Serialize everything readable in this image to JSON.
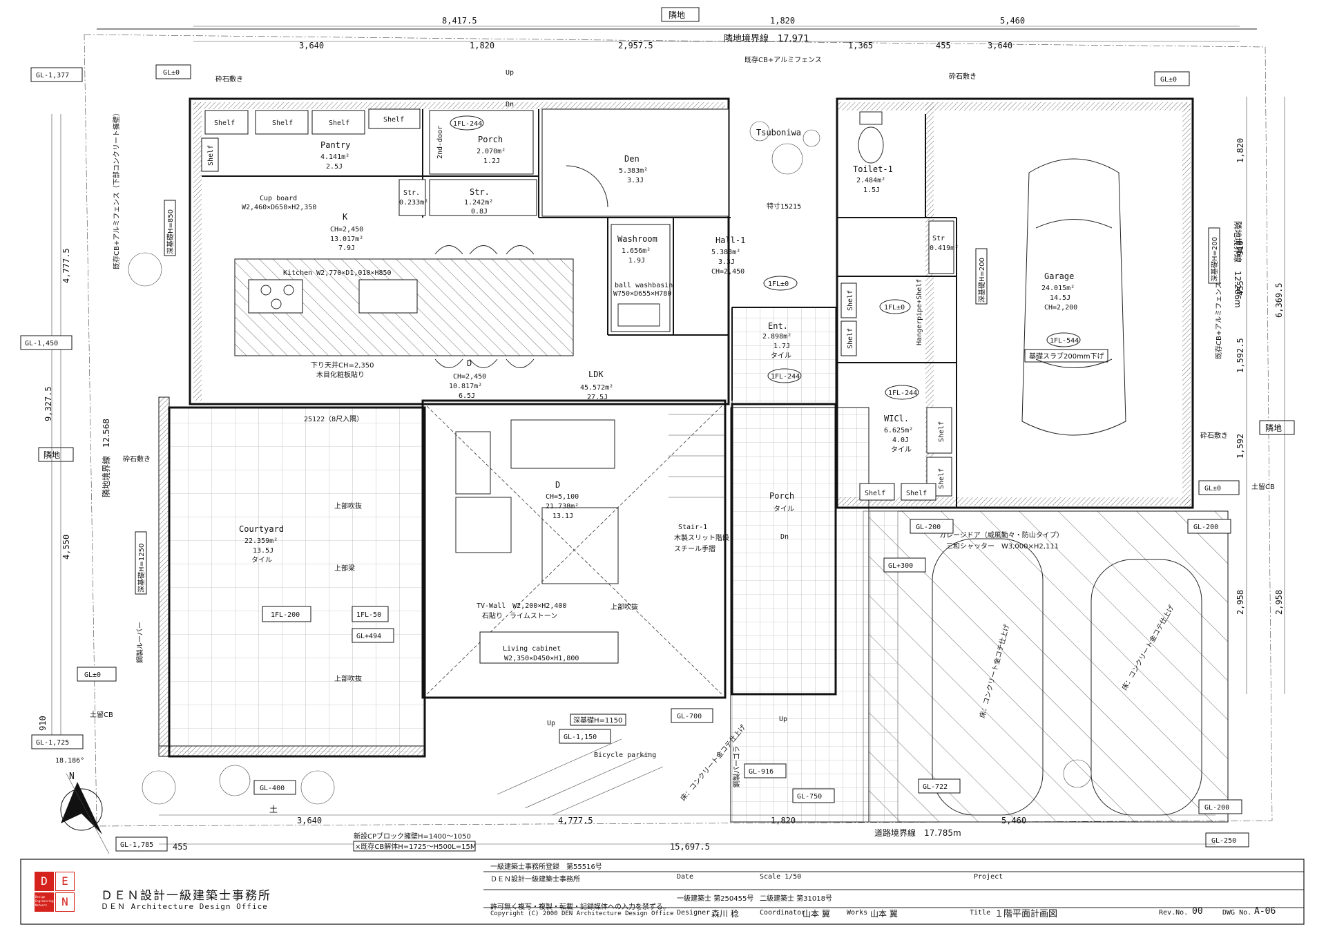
{
  "sheet": {
    "neighbor": "隣地",
    "boundary_top": "隣地境界線　17.971",
    "boundary_right": "隣地境界線　12.206m",
    "boundary_left": "隣地境界線　12.568",
    "road_boundary": "道路境界線　17.785m",
    "fence_top": "既存CB+アルミフェンス",
    "fence_left": "既存CB+アルミフェンス（下部コンクリート擁壁）",
    "fence_right": "既存CB+アルミフェンス",
    "gravel": "砕石敷き",
    "north": "N",
    "north_angle": "18.186°"
  },
  "dimensions": {
    "top": [
      "8,417.5",
      "1,820",
      "5,460"
    ],
    "top2": [
      "3,640",
      "1,820",
      "2,957.5",
      "1,365",
      "455",
      "3,640"
    ],
    "bottom": [
      "455",
      "3,640",
      "4,777.5",
      "1,820",
      "5,460",
      "15,697.5"
    ],
    "left": [
      "4,777.5",
      "9,327.5",
      "4,550",
      "910"
    ],
    "right": [
      "1,820",
      "910",
      "455",
      "1,592.5",
      "1,592",
      "2,958",
      "6,369.5",
      "2,958"
    ]
  },
  "levels": [
    "GL-1,377",
    "GL±0",
    "GL±0",
    "GL-1,450",
    "GL±0",
    "GL-1,725",
    "GL-1,785",
    "GL±0",
    "GL-200",
    "GL-200",
    "GL+300",
    "GL+494",
    "GL-1,150",
    "GL-916",
    "GL-750",
    "GL-722",
    "GL-200",
    "GL-250",
    "GL-400",
    "GL-700"
  ],
  "rooms": [
    {
      "name": "Pantry",
      "area": "4.141m²",
      "j": "2.5J"
    },
    {
      "name": "Porch",
      "area": "2.070m²",
      "j": "1.2J"
    },
    {
      "name": "Den",
      "area": "5.383m²",
      "j": "3.3J"
    },
    {
      "name": "Toilet-1",
      "area": "2.484m²",
      "j": "1.5J"
    },
    {
      "name": "Str.",
      "area": "1.242m²",
      "j": "0.8J"
    },
    {
      "name": "K",
      "area": "13.017m²",
      "j": "7.9J",
      "extra": "CH=2,450"
    },
    {
      "name": "Washroom",
      "area": "1.656m²",
      "j": "1.9J"
    },
    {
      "name": "Hall-1",
      "area": "5.383m²",
      "j": "3.3J",
      "extra": "CH=2,450"
    },
    {
      "name": "Garage",
      "area": "24.015m²",
      "j": "14.5J",
      "extra": "CH=2,200"
    },
    {
      "name": "Ent.",
      "area": "2.898m²",
      "j": "1.7J",
      "extra": "タイル"
    },
    {
      "name": "D",
      "area": "10.817m²",
      "j": "6.5J",
      "extra": "CH=2,450"
    },
    {
      "name": "LDK",
      "area": "45.572m²",
      "j": "27.5J"
    },
    {
      "name": "WICl.",
      "area": "6.625m²",
      "j": "4.0J",
      "extra": "タイル"
    },
    {
      "name": "Courtyard",
      "area": "22.359m²",
      "j": "13.5J",
      "extra": "タイル"
    },
    {
      "name": "D",
      "area": "21.738m²",
      "j": "13.1J",
      "extra": "CH=5,100"
    },
    {
      "name": "Porch",
      "area": "",
      "j": "",
      "extra": "タイル"
    }
  ],
  "labels": {
    "shelf": "Shelf",
    "cupboard": "Cup board",
    "cupboard_dim": "W2,460×D650×H2,350",
    "kitchen": "Kitchen W2,770×D1,010×H850",
    "ceiling": "下り天井CH=2,350",
    "ceiling2": "木目化粧板貼り",
    "washbasin": "ball washbasin",
    "washbasin_dim": "W750×D655×H780",
    "tsuboniwa": "Tsuboniwa",
    "tokusetsu": "特寸15215",
    "second_door": "2nd-door",
    "str_small": "Str.",
    "str_area": "0.233m²",
    "str_right": "Str",
    "str_right_area": "0.419m²",
    "hangerpipe": "Hangerpipe+Shelf",
    "garage_slab": "基礎スラブ200mm下げ",
    "fl244": "1FL-244",
    "fl0": "1FL±0",
    "fl544": "1FL-544",
    "fl200": "1FL-200",
    "fl50": "1FL-50",
    "beam": "25122（8尺入隅）",
    "stair": "Stair-1",
    "stair2": "木製スリット階段",
    "stair3": "スチール手摺",
    "tvwall": "TV-Wall　W2,200×H2,400",
    "tvwall2": "石貼り　ライムストーン",
    "living_cabinet": "Living cabinet",
    "living_cabinet_dim": "W2,350×D450×H1,800",
    "void": "上部吹抜",
    "beam_up": "上部梁",
    "up": "Up",
    "dn": "Dn",
    "garage_door": "ガレージドア（威風勤々・防山タイプ）",
    "shutter": "三和シャッター　W3,000×H2,111",
    "concrete": "床：コンクリート金コテ仕上げ",
    "bicycle": "Bicycle parking",
    "pergola": "鋼製パーゴラ",
    "louver": "鋼製ルーバー",
    "foundation850": "深基礎H=850",
    "foundation1250": "深基礎H=1250",
    "foundation200": "深基礎H=200",
    "foundation1150": "深基礎H=1150",
    "dome": "土留CB",
    "earth": "土",
    "newcb": "新設CPブロック擁壁H=1400～1050",
    "oldcb": "×既存CB解体H=1725～H500L=15M"
  },
  "titleblock": {
    "reg": "一級建築士事務所登録　第55516号",
    "office_small": "ＤＥＮ設計一級建築士事務所",
    "office": "ＤＥＮ設計一級建築士事務所",
    "office_en": "ＤＥＮ Architecture Design Office",
    "logo": [
      "D",
      "E",
      "N"
    ],
    "logo_sub": "Design Engineering Network",
    "notice": "許可無く複写・複製・転載・記録媒体への入力を禁ずる。",
    "copyright": "Copyright (C) 2000 DEN Architecture Design Office",
    "date_label": "Date",
    "scale": "Scale 1/50",
    "project_label": "Project",
    "architect1": "一級建築士 第250455号",
    "architect2": "二級建築士 第31018号",
    "designer_label": "Designer",
    "designer": "森川 稔",
    "coordinator_label": "Coordinator",
    "coordinator": "山本 翼",
    "works_label": "Works",
    "works": "山本 翼",
    "title_label": "Title",
    "title": "１階平面計画図",
    "rev_label": "Rev.No.",
    "rev": "00",
    "dwg_label": "DWG No.",
    "dwg": "A-06"
  }
}
